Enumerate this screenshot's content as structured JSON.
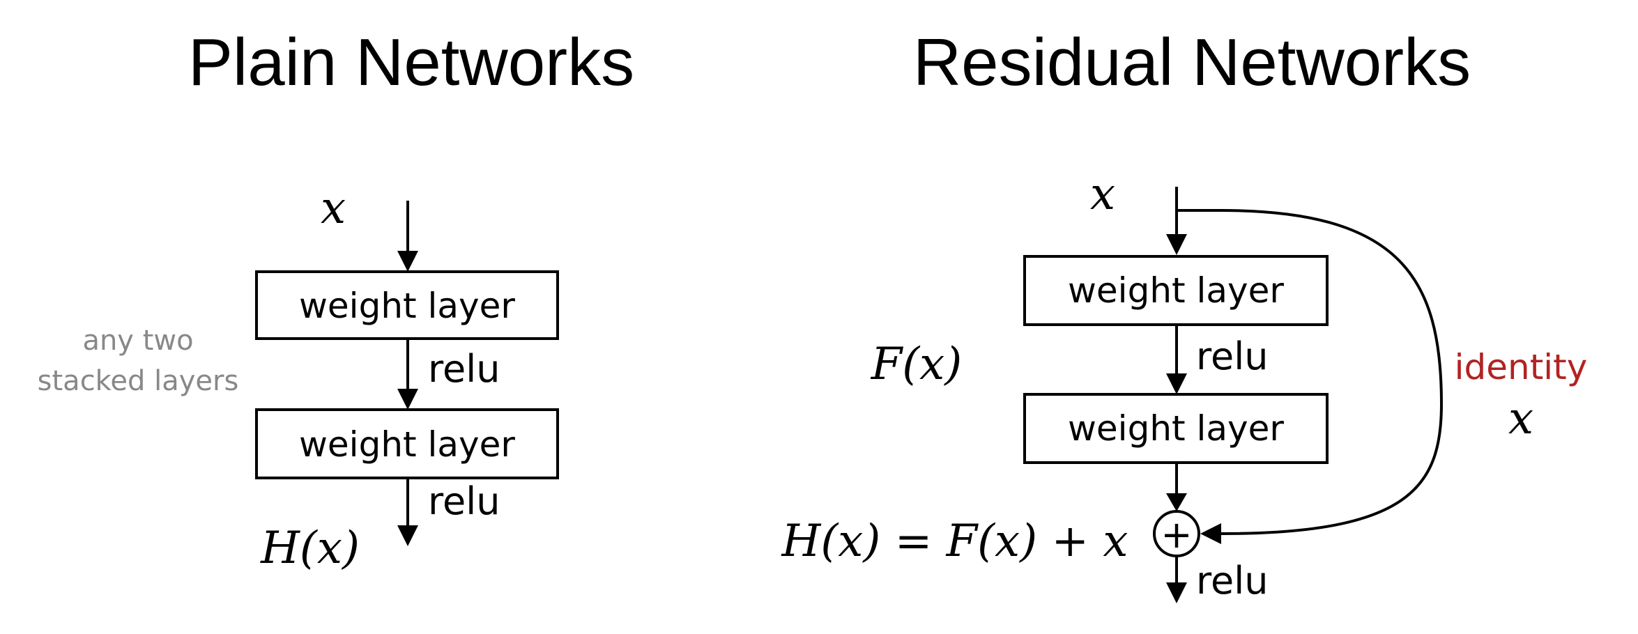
{
  "plain": {
    "title": "Plain Networks",
    "input_label": "x",
    "layer1_label": "weight layer",
    "relu1_label": "relu",
    "layer2_label": "weight layer",
    "relu2_label": "relu",
    "output_label": "H(x)",
    "side_note_line1": "any two",
    "side_note_line2": "stacked layers"
  },
  "residual": {
    "title": "Residual Networks",
    "input_label": "x",
    "layer1_label": "weight layer",
    "relu1_label": "relu",
    "layer2_label": "weight layer",
    "residual_label": "F(x)",
    "identity_label": "identity",
    "identity_var": "x",
    "sum_symbol": "+",
    "output_equation": "H(x) = F(x) + x",
    "relu_out_label": "relu",
    "identity_color": "#b22222"
  },
  "colors": {
    "text": "#000000",
    "side_note": "#888888",
    "identity": "#b22222"
  }
}
